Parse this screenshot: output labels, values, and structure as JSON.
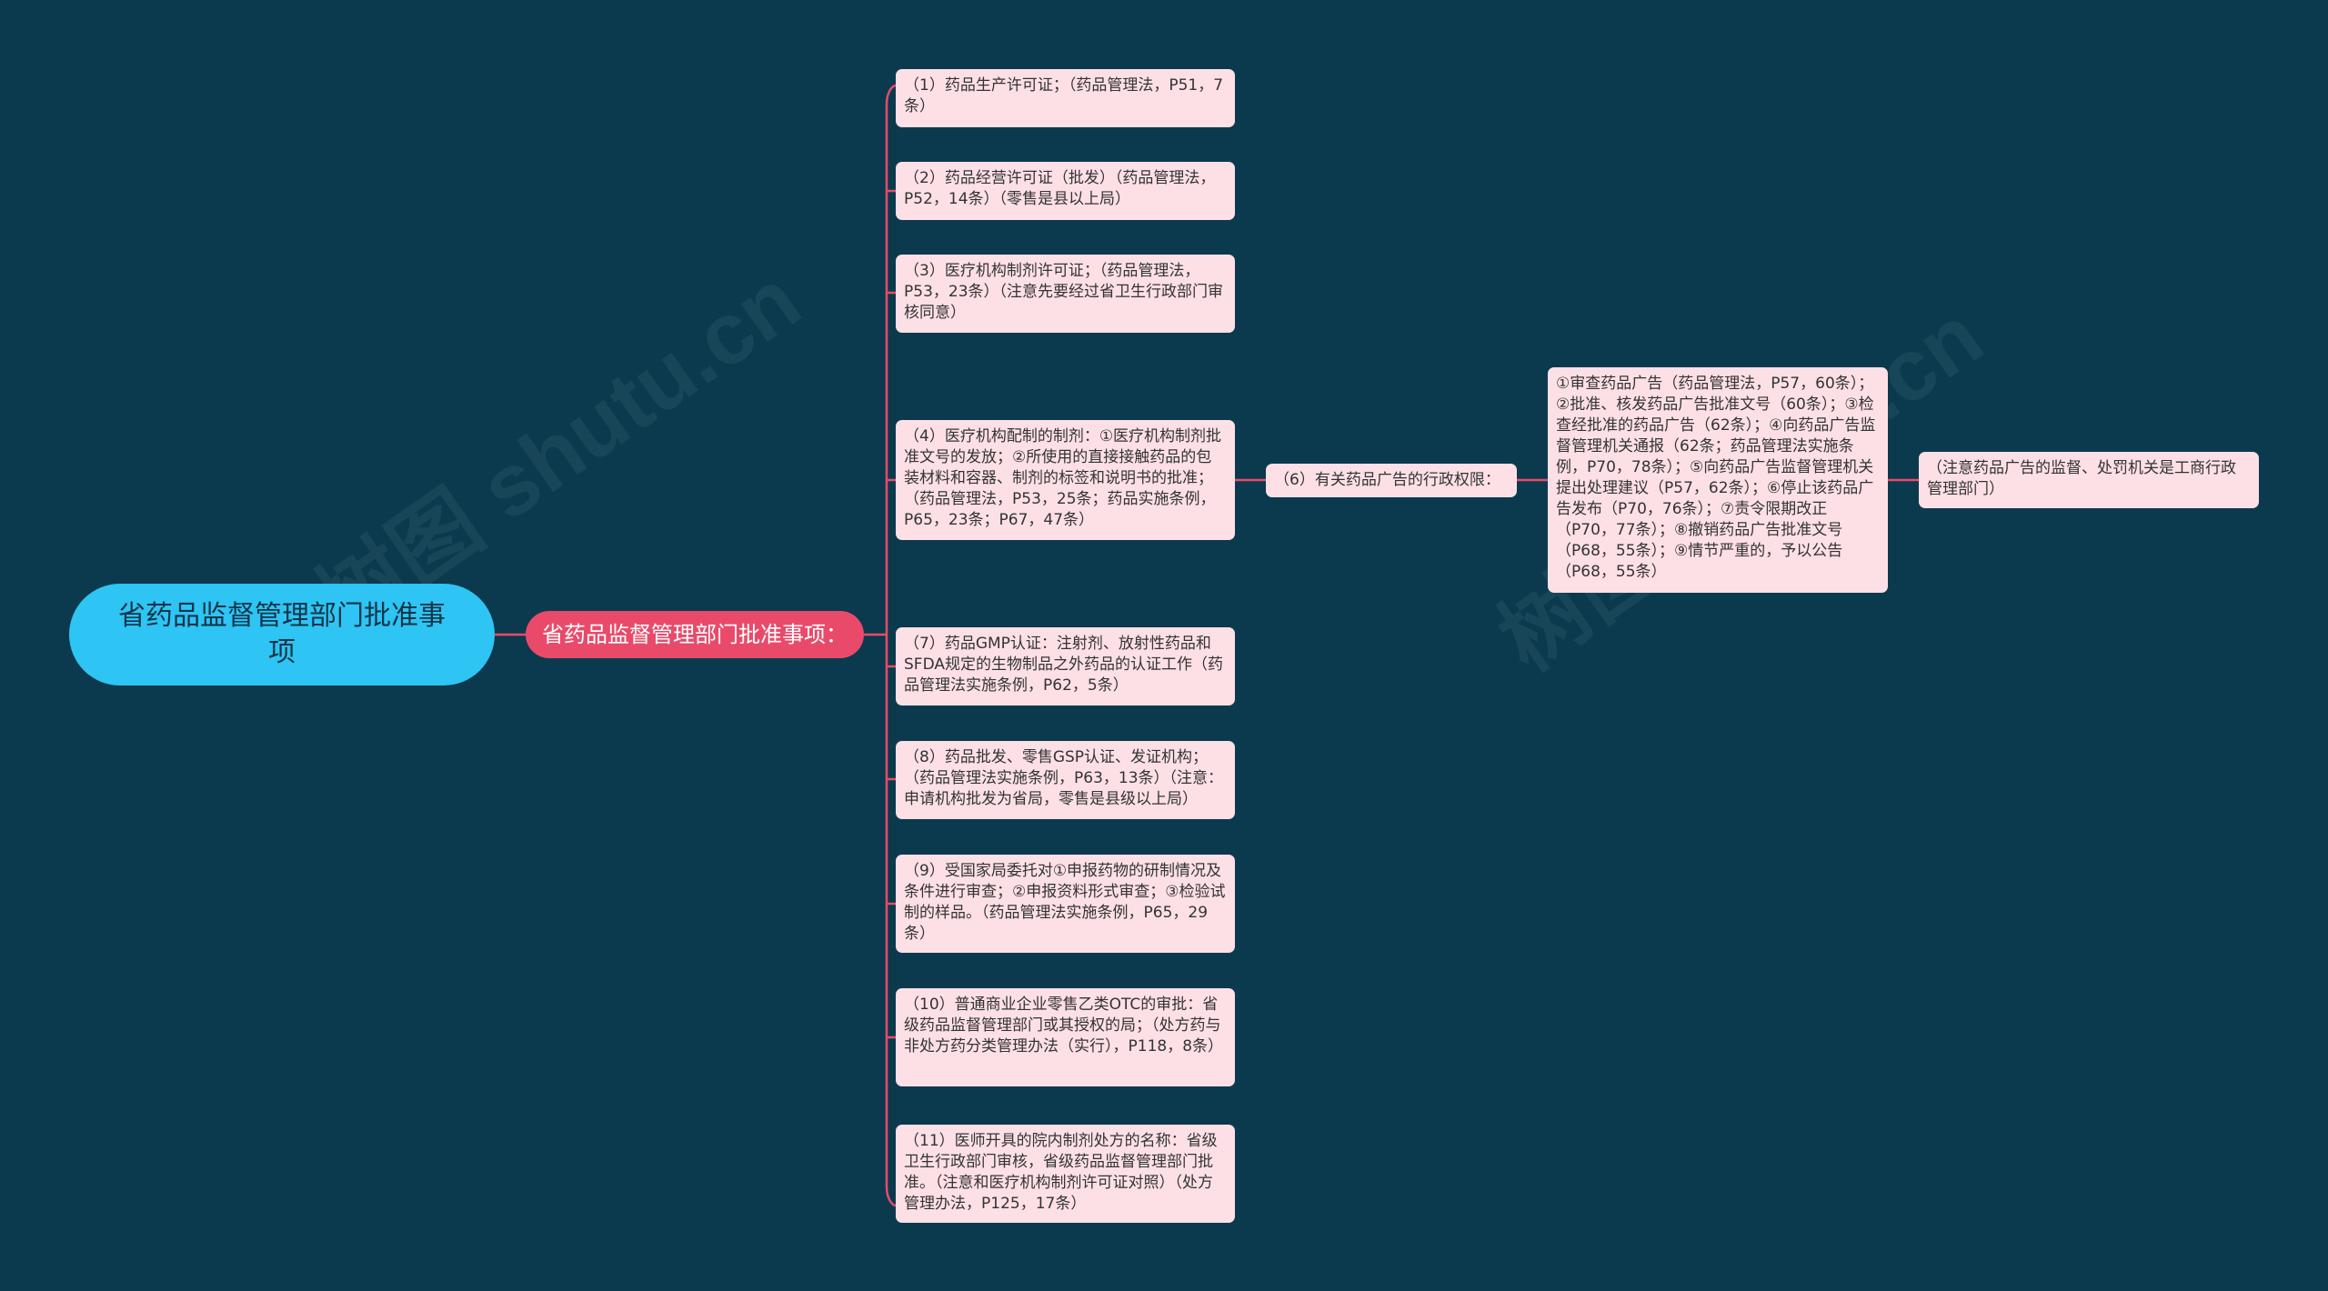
{
  "root": {
    "label": "省药品监督管理部门批准事项"
  },
  "hub": {
    "label": "省药品监督管理部门批准事项："
  },
  "items": [
    {
      "text": "（1）药品生产许可证；（药品管理法，P51，7条）"
    },
    {
      "text": "（2）药品经营许可证（批发）（药品管理法，P52，14条）（零售是县以上局）"
    },
    {
      "text": "（3）医疗机构制剂许可证；（药品管理法，P53，23条）（注意先要经过省卫生行政部门审核同意）"
    },
    {
      "text": "（4）医疗机构配制的制剂：①医疗机构制剂批准文号的发放；②所使用的直接接触药品的包装材料和容器、制剂的标签和说明书的批准；（药品管理法，P53，25条；药品实施条例，P65，23条；P67，47条）"
    },
    {
      "text": "（6）有关药品广告的行政权限："
    },
    {
      "text": "（7）药品GMP认证：注射剂、放射性药品和SFDA规定的生物制品之外药品的认证工作（药品管理法实施条例，P62，5条）"
    },
    {
      "text": "（8）药品批发、零售GSP认证、发证机构；（药品管理法实施条例，P63，13条）（注意：申请机构批发为省局，零售是县级以上局）"
    },
    {
      "text": "（9）受国家局委托对①申报药物的研制情况及条件进行审查；②申报资料形式审查；③检验试制的样品。（药品管理法实施条例，P65，29条）"
    },
    {
      "text": "（10）普通商业企业零售乙类OTC的审批：省级药品监督管理部门或其授权的局；（处方药与非处方药分类管理办法（实行），P118，8条）"
    },
    {
      "text": "（11）医师开具的院内制剂处方的名称：省级卫生行政部门审核，省级药品监督管理部门批准。（注意和医疗机构制剂许可证对照）（处方管理办法，P125，17条）"
    }
  ],
  "ad_detail": {
    "text": "①审查药品广告（药品管理法，P57，60条）；②批准、核发药品广告批准文号（60条）；③检查经批准的药品广告（62条）；④向药品广告监督管理机关通报（62条；药品管理法实施条例，P70，78条）；⑤向药品广告监督管理机关提出处理建议（P57，62条）；⑥停止该药品广告发布（P70，76条）；⑦责令限期改正（P70，77条）；⑧撤销药品广告批准文号（P68，55条）；⑨情节严重的，予以公告（P68，55条）"
  },
  "ad_note": {
    "text": "（注意药品广告的监督、处罚机关是工商行政管理部门）"
  },
  "watermark": {
    "text": "树图 shutu.cn"
  },
  "colors": {
    "background": "#0b3a4e",
    "root": "#2ec4f3",
    "hub": "#ea4a6a",
    "leaf": "#fde0e6",
    "line": "#ea4a6a"
  }
}
